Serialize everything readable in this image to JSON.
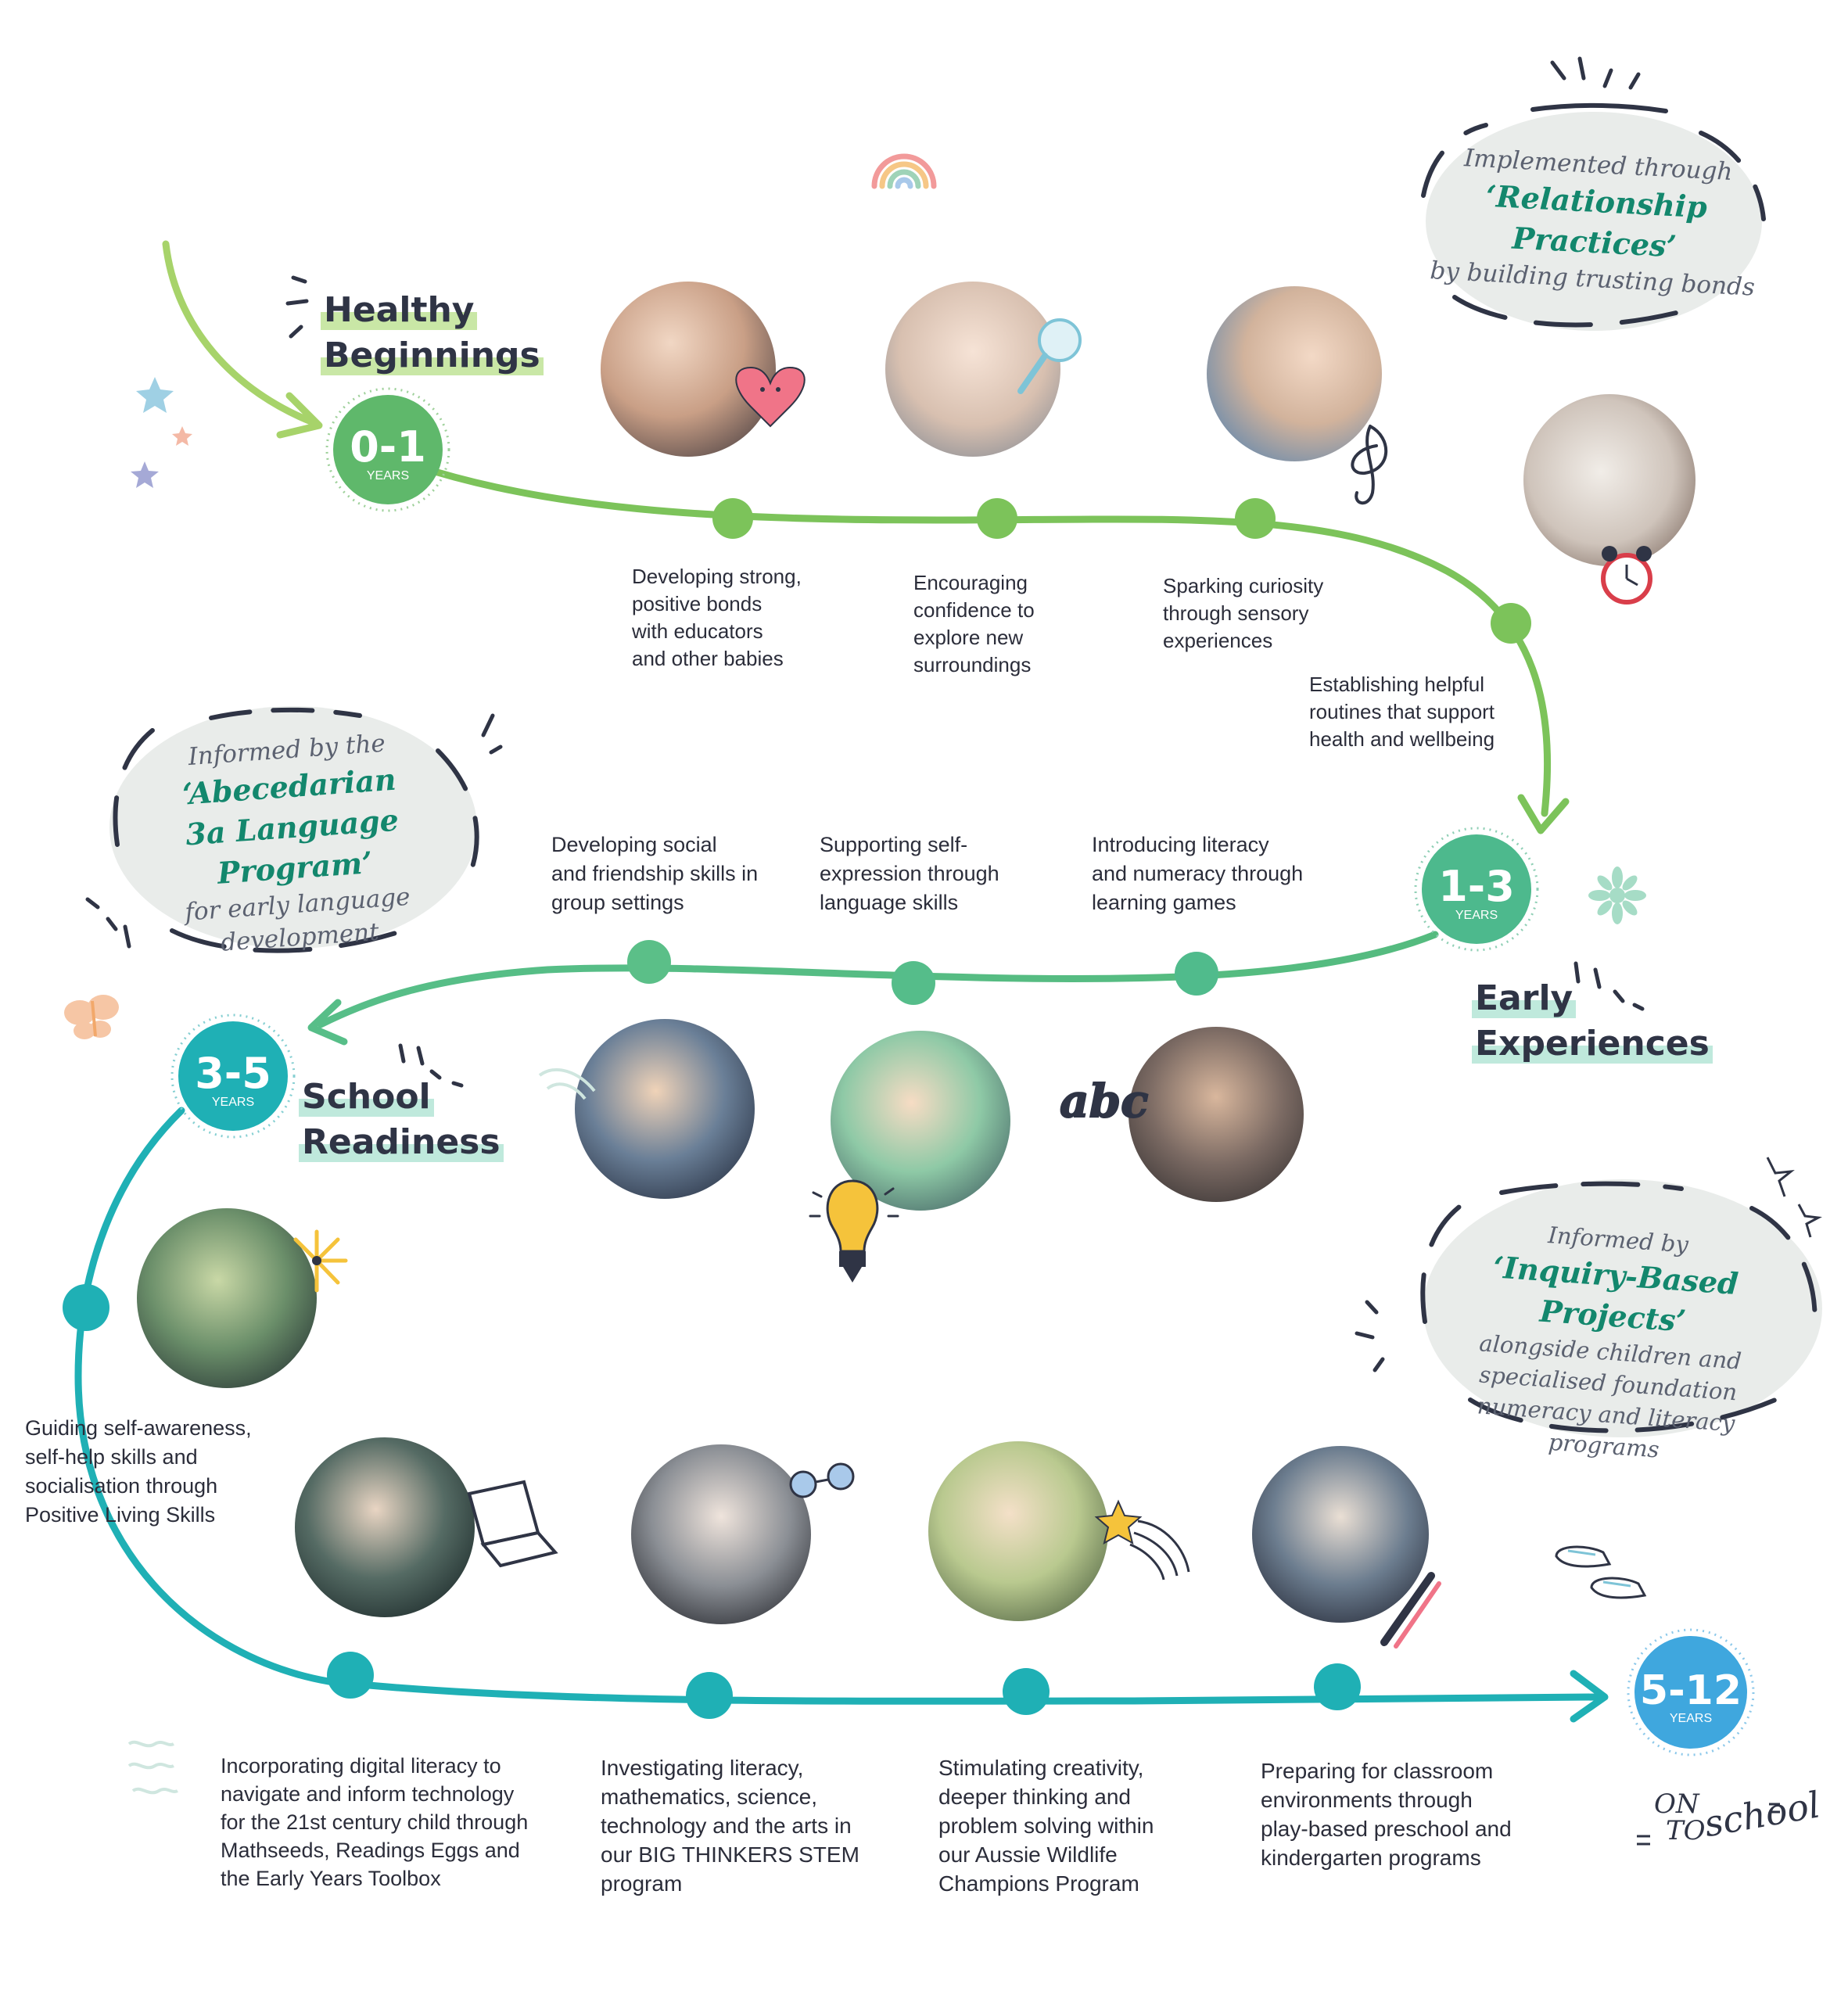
{
  "stages": [
    {
      "age": "0-1",
      "label": "YEARS",
      "color": "#5fb86b",
      "title_line1": "Healthy",
      "title_line2": "Beginnings"
    },
    {
      "age": "1-3",
      "label": "YEARS",
      "color": "#4db98d",
      "title_line1": "Early",
      "title_line2": "Experiences"
    },
    {
      "age": "3-5",
      "label": "YEARS",
      "color": "#1fb0b5",
      "title_line1": "School",
      "title_line2": "Readiness"
    },
    {
      "age": "5-12",
      "label": "YEARS",
      "color": "#3fa7de"
    }
  ],
  "milestones": {
    "bonds": "Developing strong,\npositive bonds\nwith educators\nand other babies",
    "confidence": "Encouraging\nconfidence to\nexplore new\nsurroundings",
    "curiosity": "Sparking curiosity\nthrough sensory\nexperiences",
    "routines": "Establishing helpful\nroutines that support\nhealth and wellbeing",
    "social": "Developing social\nand friendship skills in\ngroup settings",
    "expression": "Supporting self-\nexpression through\nlanguage skills",
    "literacy": "Introducing literacy\nand numeracy through\nlearning games",
    "awareness": "Guiding self-awareness,\nself-help skills and\nsocialisation through\nPositive Living Skills",
    "digital": "Incorporating digital literacy to\nnavigate and inform technology\nfor the 21st century child through\nMathseeds, Readings Eggs and\nthe Early Years Toolbox",
    "stem": "Investigating literacy,\nmathematics, science,\ntechnology and the arts in\nour BIG THINKERS STEM\nprogram",
    "creativity": "Stimulating creativity,\ndeeper thinking and\nproblem solving within\nour Aussie Wildlife\nChampions Program",
    "classroom": "Preparing for classroom\nenvironments through\nplay-based preschool and\nkindergarten programs"
  },
  "bubbles": {
    "relationship": {
      "line1": "Implemented through",
      "highlight": "‘Relationship Practices’",
      "line3": "by building trusting bonds"
    },
    "abecedarian": {
      "line1": "Informed by the",
      "highlight": "‘Abecedarian 3a Language Program’",
      "line3": "for early language development"
    },
    "inquiry": {
      "line1": "Informed by",
      "highlight": "‘Inquiry-Based Projects’",
      "line3": "alongside children and specialised foundation numeracy and literacy programs"
    }
  },
  "decorations": {
    "abc": "abc",
    "on_to_school_1": "ON",
    "on_to_school_2": "TO",
    "on_to_school_3": "school"
  },
  "colors": {
    "green": "#7cc35a",
    "mint": "#4db98d",
    "teal": "#1fb0b5",
    "blue": "#3fa7de",
    "bubble": "#e9ecea",
    "dark": "#2f3445"
  },
  "icons": [
    "rainbow-icon",
    "heart-icon",
    "rattle-icon",
    "treble-clef-icon",
    "alarm-clock-icon",
    "star-icon",
    "flower-icon",
    "butterfly-icon",
    "lightbulb-icon",
    "sun-icon",
    "laptop-icon",
    "glasses-icon",
    "shooting-star-icon",
    "pencil-icon",
    "shoes-icon"
  ]
}
